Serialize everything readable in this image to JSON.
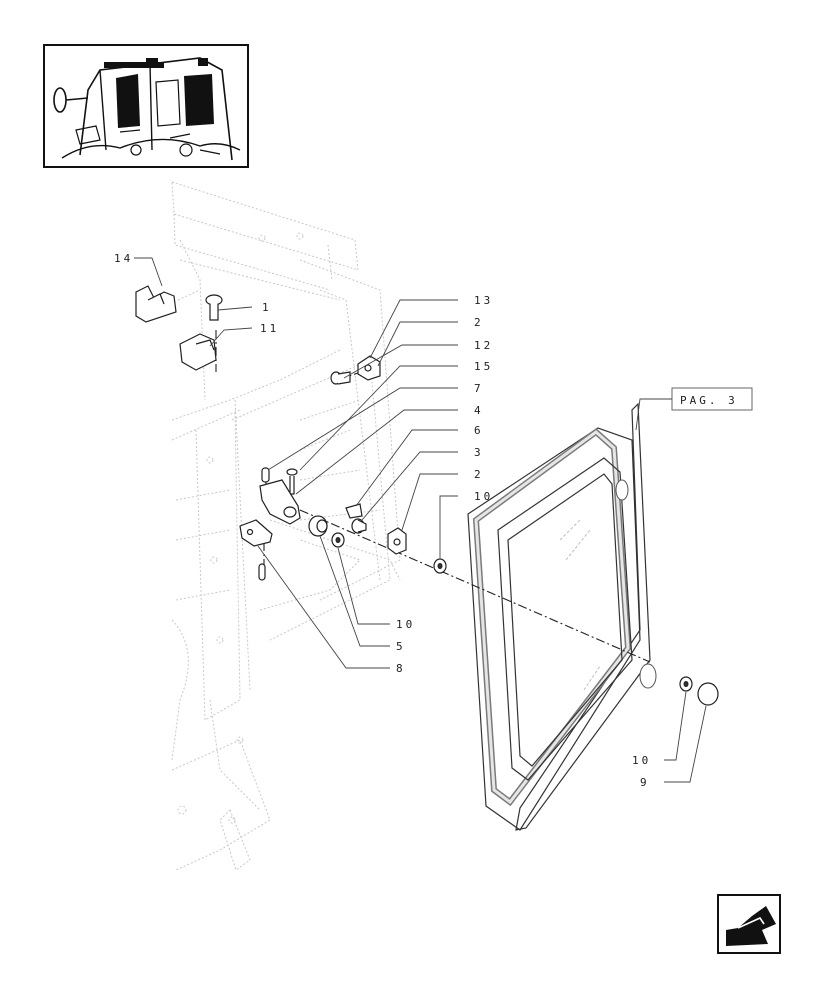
{
  "page_reference": "PAG. 3",
  "callouts": [
    {
      "id": "c14a",
      "label": "14"
    },
    {
      "id": "c1",
      "label": "1"
    },
    {
      "id": "c11",
      "label": "11"
    },
    {
      "id": "c13",
      "label": "13"
    },
    {
      "id": "c2a",
      "label": "2"
    },
    {
      "id": "c12",
      "label": "12"
    },
    {
      "id": "c15",
      "label": "15"
    },
    {
      "id": "c7",
      "label": "7"
    },
    {
      "id": "c4",
      "label": "4"
    },
    {
      "id": "c6",
      "label": "6"
    },
    {
      "id": "c3",
      "label": "3"
    },
    {
      "id": "c2b",
      "label": "2"
    },
    {
      "id": "c10a",
      "label": "10"
    },
    {
      "id": "c10b",
      "label": "10"
    },
    {
      "id": "c5",
      "label": "5"
    },
    {
      "id": "c8",
      "label": "8"
    },
    {
      "id": "c10c",
      "label": "10"
    },
    {
      "id": "c9",
      "label": "9"
    }
  ],
  "icons": {
    "thumbnail": "tractor-cab-thumbnail",
    "navigation": "back-arrow-icon"
  }
}
